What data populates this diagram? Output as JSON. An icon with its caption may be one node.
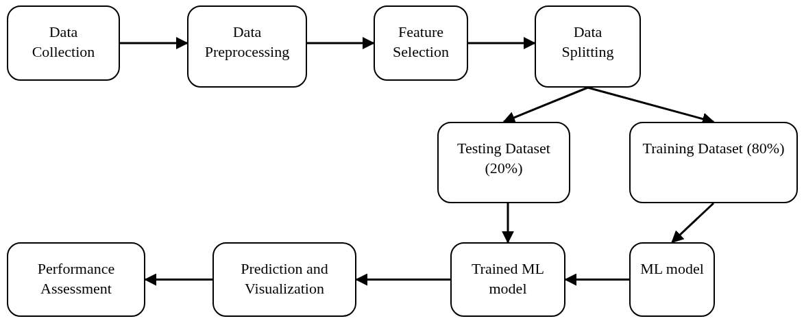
{
  "diagram": {
    "nodes": [
      {
        "text": [
          "Data Collection"
        ]
      },
      {
        "text": [
          "Data Preprocessing"
        ]
      },
      {
        "text": [
          "Feature Selection"
        ]
      },
      {
        "text": [
          "Data Splitting"
        ]
      },
      {
        "text": [
          "Testing Dataset (20%)"
        ]
      },
      {
        "text": [
          "Training Dataset (80%)"
        ]
      },
      {
        "text": [
          "Performance Assessment"
        ]
      },
      {
        "text": [
          "Prediction and Visualization"
        ]
      },
      {
        "text": [
          "Trained ML model"
        ]
      },
      {
        "text": [
          "ML model"
        ]
      }
    ],
    "edges": [
      {
        "from": 0,
        "to": 1,
        "arrow": "to"
      },
      {
        "from": 1,
        "to": 2,
        "arrow": "to"
      },
      {
        "from": 2,
        "to": 3,
        "arrow": "to"
      },
      {
        "from": 3,
        "to": 4,
        "arrow": "to"
      },
      {
        "from": 3,
        "to": 5,
        "arrow": "to"
      },
      {
        "from": 4,
        "to": 8,
        "arrow": "to"
      },
      {
        "from": 5,
        "to": 9,
        "arrow": "to"
      },
      {
        "from": 9,
        "to": 8,
        "arrow": "to"
      },
      {
        "from": 8,
        "to": 7,
        "arrow": "to"
      },
      {
        "from": 7,
        "to": 6,
        "arrow": "to"
      }
    ]
  }
}
